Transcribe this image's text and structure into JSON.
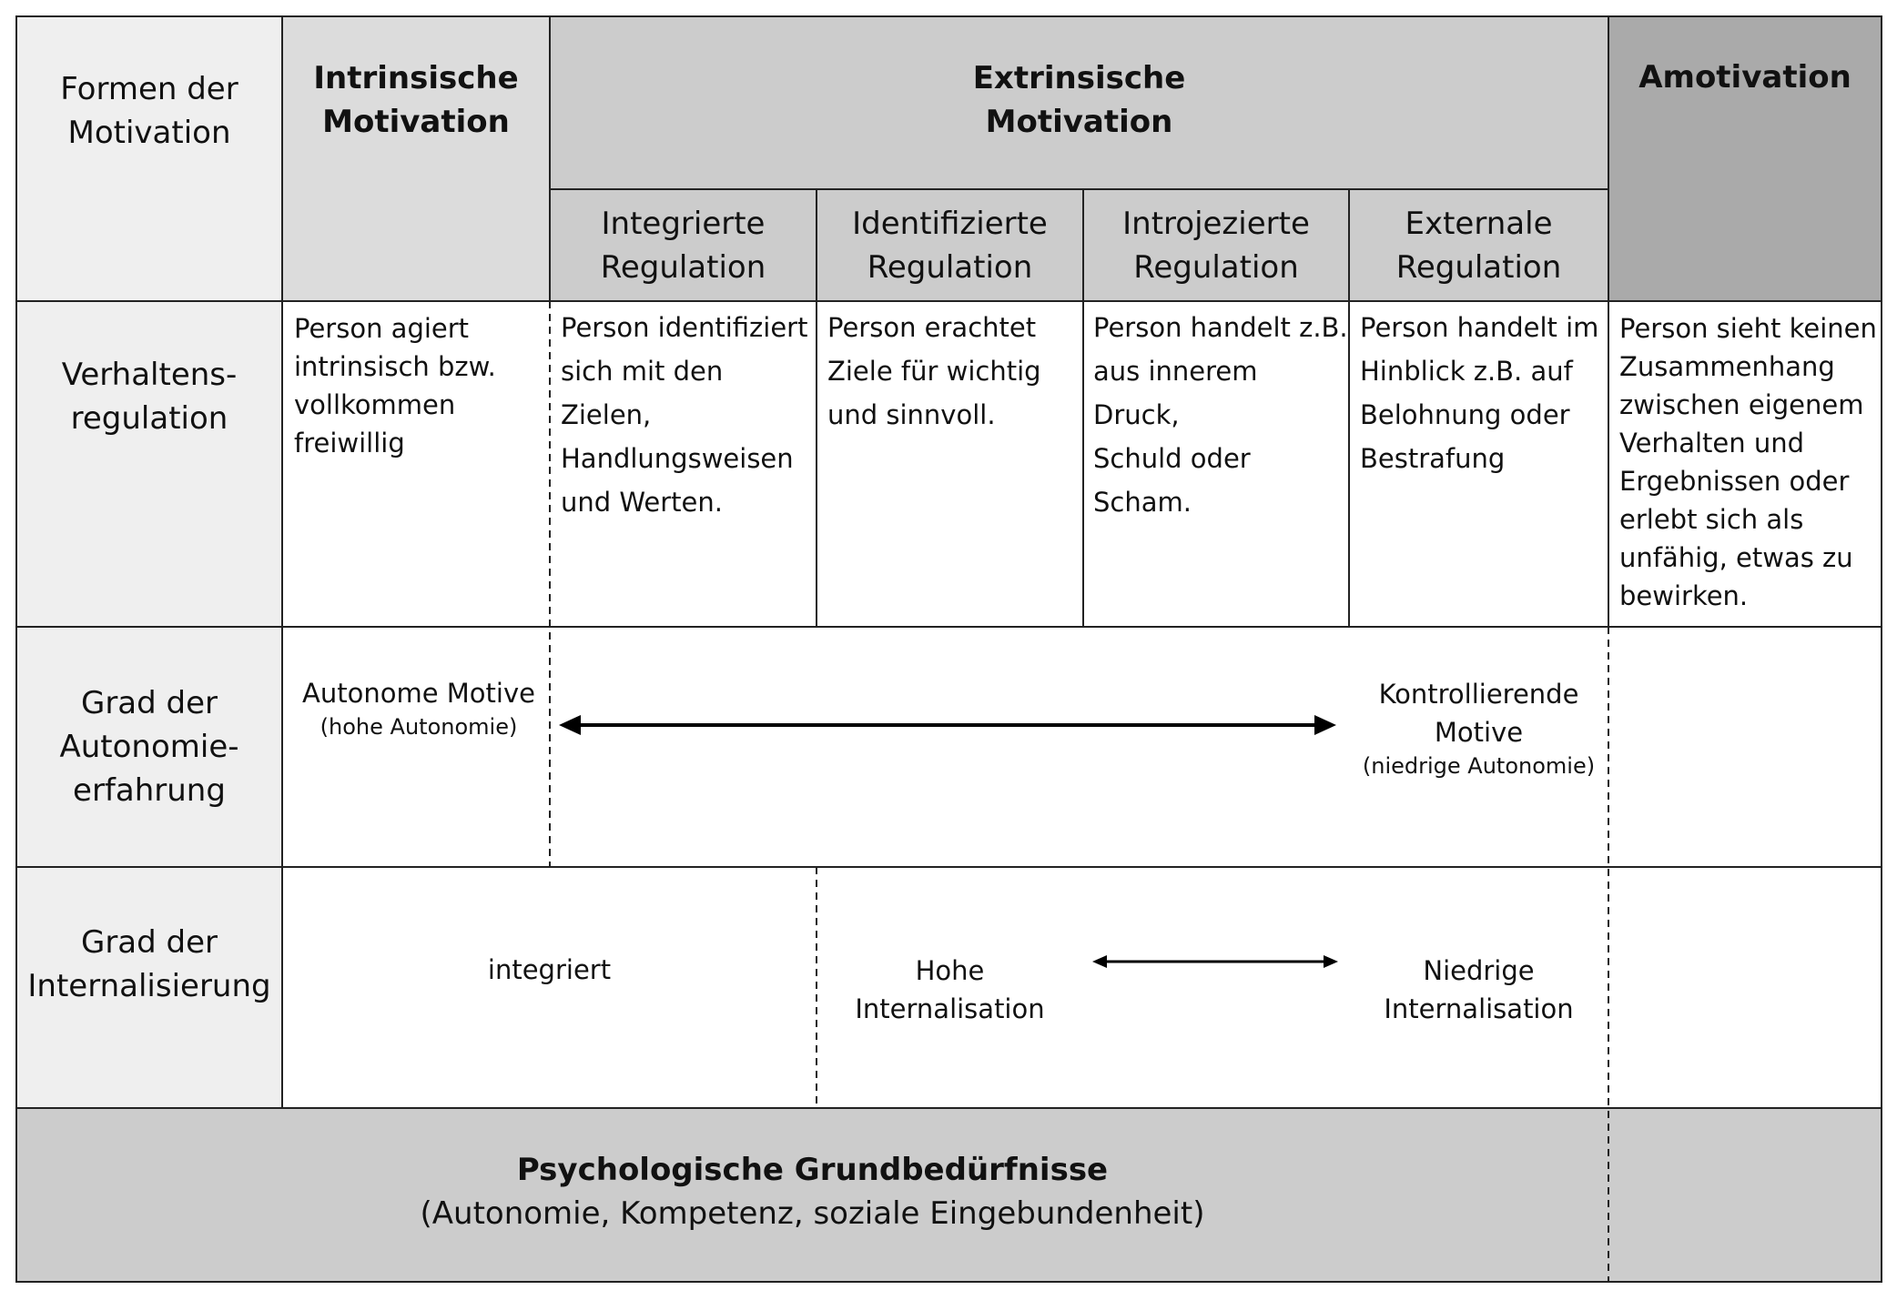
{
  "colors": {
    "row_header_bg": "#efefef",
    "intrinsic_bg": "#dcdcdc",
    "extrinsic_bg": "#cccccc",
    "amotivation_bg": "#aaaaaa",
    "footer_bg": "#cccccc",
    "line": "#222222"
  },
  "row_headers": {
    "forms": "Formen der\nMotivation",
    "regulation": "Verhaltens-\nregulation",
    "autonomy": "Grad der\nAutonomie-\nerfahrung",
    "internalization": "Grad der\nInternalisierung"
  },
  "columns": {
    "intrinsic": "Intrinsische\nMotivation",
    "extrinsic": "Extrinsische\nMotivation",
    "amotivation": "Amotivation",
    "sub": [
      "Integrierte\nRegulation",
      "Identifizierte\nRegulation",
      "Introjezierte\nRegulation",
      "Externale\nRegulation"
    ]
  },
  "regulation": {
    "intrinsic": "Person agiert\nintrinsisch bzw.\nvollkommen\nfreiwillig",
    "integrated": "Person identifiziert\nsich mit den Zielen,\nHandlungsweisen\nund Werten.",
    "identified": "Person erachtet\nZiele für wichtig\nund sinnvoll.",
    "introjected": "Person handelt z.B.\naus innerem Druck,\nSchuld oder Scham.",
    "external": "Person handelt im\nHinblick z.B. auf\nBelohnung oder\nBestrafung",
    "amotivation": "Person sieht keinen\nZusammenhang\nzwischen eigenem\nVerhalten und\nErgebnissen oder\nerlebt sich als\nunfähig, etwas zu\nbewirken."
  },
  "autonomy": {
    "left_title": "Autonome Motive",
    "left_note": "(hohe Autonomie)",
    "right_title": "Kontrollierende\nMotive",
    "right_note": "(niedrige Autonomie)"
  },
  "internalization": {
    "integrated": "integriert",
    "high": "Hohe\nInternalisation",
    "low": "Niedrige\nInternalisation"
  },
  "footer": {
    "title": "Psychologische Grundbedürfnisse",
    "subtitle": "(Autonomie, Kompetenz, soziale Eingebundenheit)"
  }
}
